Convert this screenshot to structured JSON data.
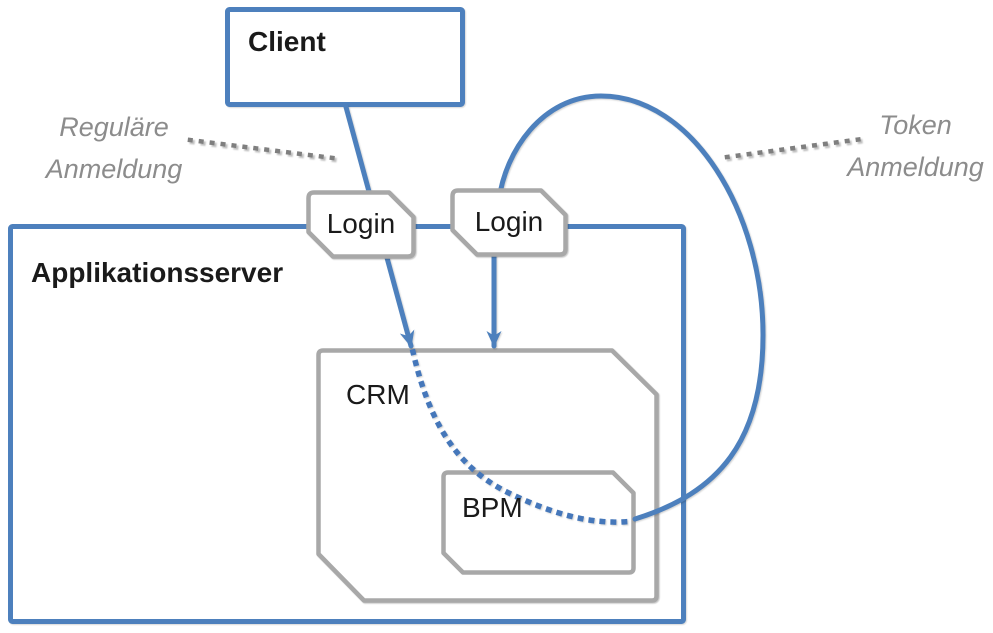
{
  "diagram": {
    "language": "de",
    "nodes": {
      "client": {
        "label": "Client"
      },
      "app_server": {
        "label": "Applikationsserver"
      },
      "login_left": {
        "label": "Login"
      },
      "login_right": {
        "label": "Login"
      },
      "crm": {
        "label": "CRM"
      },
      "bpm": {
        "label": "BPM"
      }
    },
    "annotations": {
      "regular_login": {
        "line1": "Reguläre",
        "line2": "Anmeldung"
      },
      "token_login": {
        "line1": "Token",
        "line2": "Anmeldung"
      }
    },
    "edges": [
      {
        "name": "client-to-crm-via-login",
        "style": "solid-arrow"
      },
      {
        "name": "login-to-crm",
        "style": "solid-arrow"
      },
      {
        "name": "token-curve-login-to-bpm",
        "style": "solid-curve"
      },
      {
        "name": "crm-to-bpm-session",
        "style": "dotted-curve"
      }
    ],
    "colors": {
      "accent_blue": "#4d80bd",
      "box_gray": "#a8a8a8",
      "annotation_gray": "#8c8c8c",
      "text_black": "#1a1a1a"
    }
  }
}
